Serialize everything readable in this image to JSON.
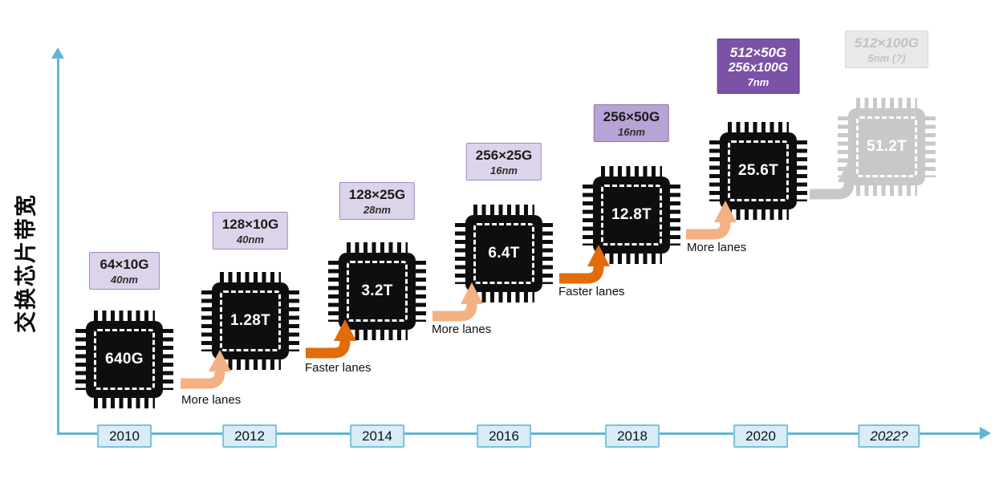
{
  "figure": {
    "y_axis_title": "交换芯片带宽"
  },
  "years": [
    {
      "label": "2010"
    },
    {
      "label": "2012"
    },
    {
      "label": "2014"
    },
    {
      "label": "2016"
    },
    {
      "label": "2018"
    },
    {
      "label": "2020"
    },
    {
      "label": "2022?"
    }
  ],
  "chips": [
    {
      "year": "2010",
      "capacity": "640G",
      "config": "64×10G",
      "process": "40nm"
    },
    {
      "year": "2012",
      "capacity": "1.28T",
      "config": "128×10G",
      "process": "40nm"
    },
    {
      "year": "2014",
      "capacity": "3.2T",
      "config": "128×25G",
      "process": "28nm"
    },
    {
      "year": "2016",
      "capacity": "6.4T",
      "config": "256×25G",
      "process": "16nm"
    },
    {
      "year": "2018",
      "capacity": "12.8T",
      "config": "256×50G",
      "process": "16nm"
    },
    {
      "year": "2020",
      "capacity": "25.6T",
      "config": "512×50G",
      "config2": "256x100G",
      "process": "7nm"
    },
    {
      "year": "2022?",
      "capacity": "51.2T",
      "config": "512×100G",
      "process": "5nm (?)"
    }
  ],
  "arrows": [
    {
      "label": "More lanes",
      "type": "more"
    },
    {
      "label": "Faster lanes",
      "type": "faster"
    },
    {
      "label": "More lanes",
      "type": "more"
    },
    {
      "label": "Faster lanes",
      "type": "faster"
    },
    {
      "label": "More lanes",
      "type": "more"
    },
    {
      "label": "",
      "type": "future"
    }
  ],
  "colors": {
    "axis_blue": "#5fb7d4",
    "year_box_bg": "#d8edf7",
    "year_box_border": "#7cc1dc",
    "tag_light_bg": "#ddd3ea",
    "tag_light_border": "#9d8cba",
    "tag_medium_bg": "#b9a2d6",
    "tag_dark_bg": "#7b52a7",
    "chip_black": "#0e0e0e",
    "chip_ghost_gray": "#c8c8c8",
    "arrow_more_orange": "#f4b183",
    "arrow_faster_orange": "#e26b0a",
    "arrow_future_gray": "#c8c8c8"
  }
}
